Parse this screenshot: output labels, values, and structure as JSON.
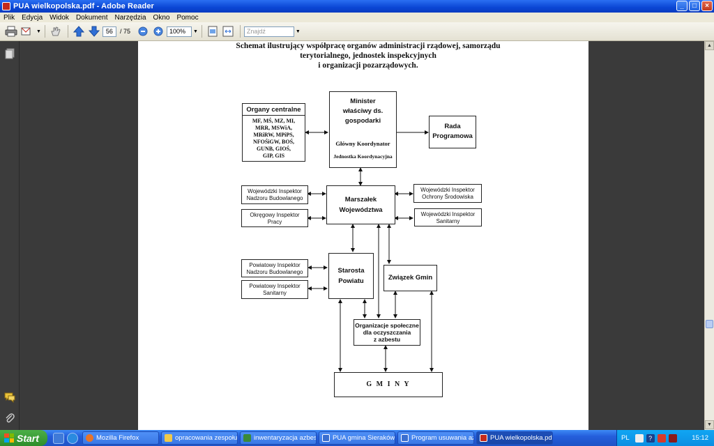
{
  "window": {
    "title": "PUA wielkopolska.pdf - Adobe Reader",
    "buttons": [
      "_",
      "□",
      "×"
    ]
  },
  "menu": [
    "Plik",
    "Edycja",
    "Widok",
    "Dokument",
    "Narzędzia",
    "Okno",
    "Pomoc"
  ],
  "toolbar": {
    "page_current": "56",
    "page_total": "/ 75",
    "zoom": "100%",
    "find_placeholder": "Znajdź"
  },
  "document": {
    "title_lines": [
      "Schemat ilustrujący współpracę organów administracji rządowej, samorządu",
      "terytorialnego, jednostek inspekcyjnych",
      "i organizacji pozarządowych."
    ],
    "organy": {
      "title": "Organy centralne",
      "body": [
        "MF, MŚ, MZ, MI,",
        "MRR, MSWiA,",
        "MRiRW, MPiPS,",
        "NFOŚiGW, BOŚ,",
        "GUNB, GIOŚ,",
        "GIP, GIS"
      ]
    },
    "minister": {
      "lines": [
        "Minister",
        "właściwy ds.",
        "gospodarki"
      ],
      "coordinator": "Główny Koordynator",
      "unit": "Jednostka Koordynacyjna"
    },
    "rada": [
      "Rada",
      "Programowa"
    ],
    "wiinb": [
      "Wojewódzki Inspektor",
      "Nadzoru Budowlanego"
    ],
    "oip": [
      "Okręgowy Inspektor",
      "Pracy"
    ],
    "marszalek": [
      "Marszałek",
      "Województwa"
    ],
    "wios": [
      "Wojewódzki Inspektor",
      "Ochrony Środowiska"
    ],
    "wis": [
      "Wojewódzki Inspektor",
      "Sanitarny"
    ],
    "piinb": [
      "Powiatowy Inspektor",
      "Nadzoru Budowlanego"
    ],
    "pis": [
      "Powiatowy Inspektor",
      "Sanitarny"
    ],
    "starosta": [
      "Starosta",
      "Powiatu"
    ],
    "zwiazek": "Związek Gmin",
    "organizacje": [
      "Organizacje społeczne",
      "dla oczyszczania",
      "z azbestu"
    ],
    "gminy": "G M I N Y"
  },
  "taskbar": {
    "start": "Start",
    "tasks": [
      {
        "label": "Mozilla Firefox",
        "color": "#e8742a"
      },
      {
        "label": "opracowania zespołu",
        "color": "#f0c94a"
      },
      {
        "label": "inwentaryzacja azbes...",
        "color": "#3a8a3a"
      },
      {
        "label": "PUA gmina Sieraków ...",
        "color": "#3a6fd0"
      },
      {
        "label": "Program usuwania az...",
        "color": "#3a6fd0"
      },
      {
        "label": "PUA wielkopolska.pdf...",
        "color": "#c42a1c"
      }
    ],
    "lang": "PL",
    "clock": "15:12"
  }
}
